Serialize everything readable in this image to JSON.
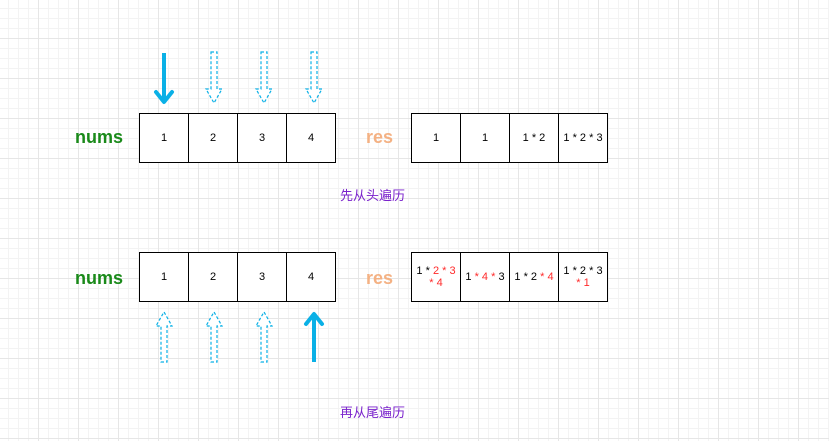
{
  "colors": {
    "nums_label": "#1a8a1a",
    "res_label": "#f4b183",
    "arrow": "#0ab0e6",
    "caption": "#7a22cc",
    "highlight": "#ff2a2a"
  },
  "top": {
    "nums_label": "nums",
    "res_label": "res",
    "nums": [
      "1",
      "2",
      "3",
      "4"
    ],
    "res": [
      [
        {
          "t": "1",
          "red": false
        }
      ],
      [
        {
          "t": "1",
          "red": false
        }
      ],
      [
        {
          "t": "1 * 2",
          "red": false
        }
      ],
      [
        {
          "t": "1 * 2 * 3",
          "red": false
        }
      ]
    ],
    "caption": "先从头遍历",
    "arrows": {
      "direction": "down",
      "solid_index": 0,
      "dashed_indices": [
        1,
        2,
        3
      ]
    }
  },
  "bottom": {
    "nums_label": "nums",
    "res_label": "res",
    "nums": [
      "1",
      "2",
      "3",
      "4"
    ],
    "res": [
      [
        [
          {
            "t": "1 * ",
            "red": false
          },
          {
            "t": "2 *  3",
            "red": true
          }
        ],
        [
          {
            "t": "* 4",
            "red": true
          }
        ]
      ],
      [
        [
          {
            "t": "1 ",
            "red": false
          },
          {
            "t": "* 4 *",
            "red": true
          },
          {
            "t": " 3",
            "red": false
          }
        ]
      ],
      [
        [
          {
            "t": "1 * 2 ",
            "red": false
          },
          {
            "t": "* 4",
            "red": true
          }
        ]
      ],
      [
        [
          {
            "t": "1 * 2 * 3",
            "red": false
          }
        ],
        [
          {
            "t": "* 1",
            "red": true
          }
        ]
      ]
    ],
    "caption": "再从尾遍历",
    "arrows": {
      "direction": "up",
      "solid_index": 3,
      "dashed_indices": [
        0,
        1,
        2
      ]
    }
  }
}
